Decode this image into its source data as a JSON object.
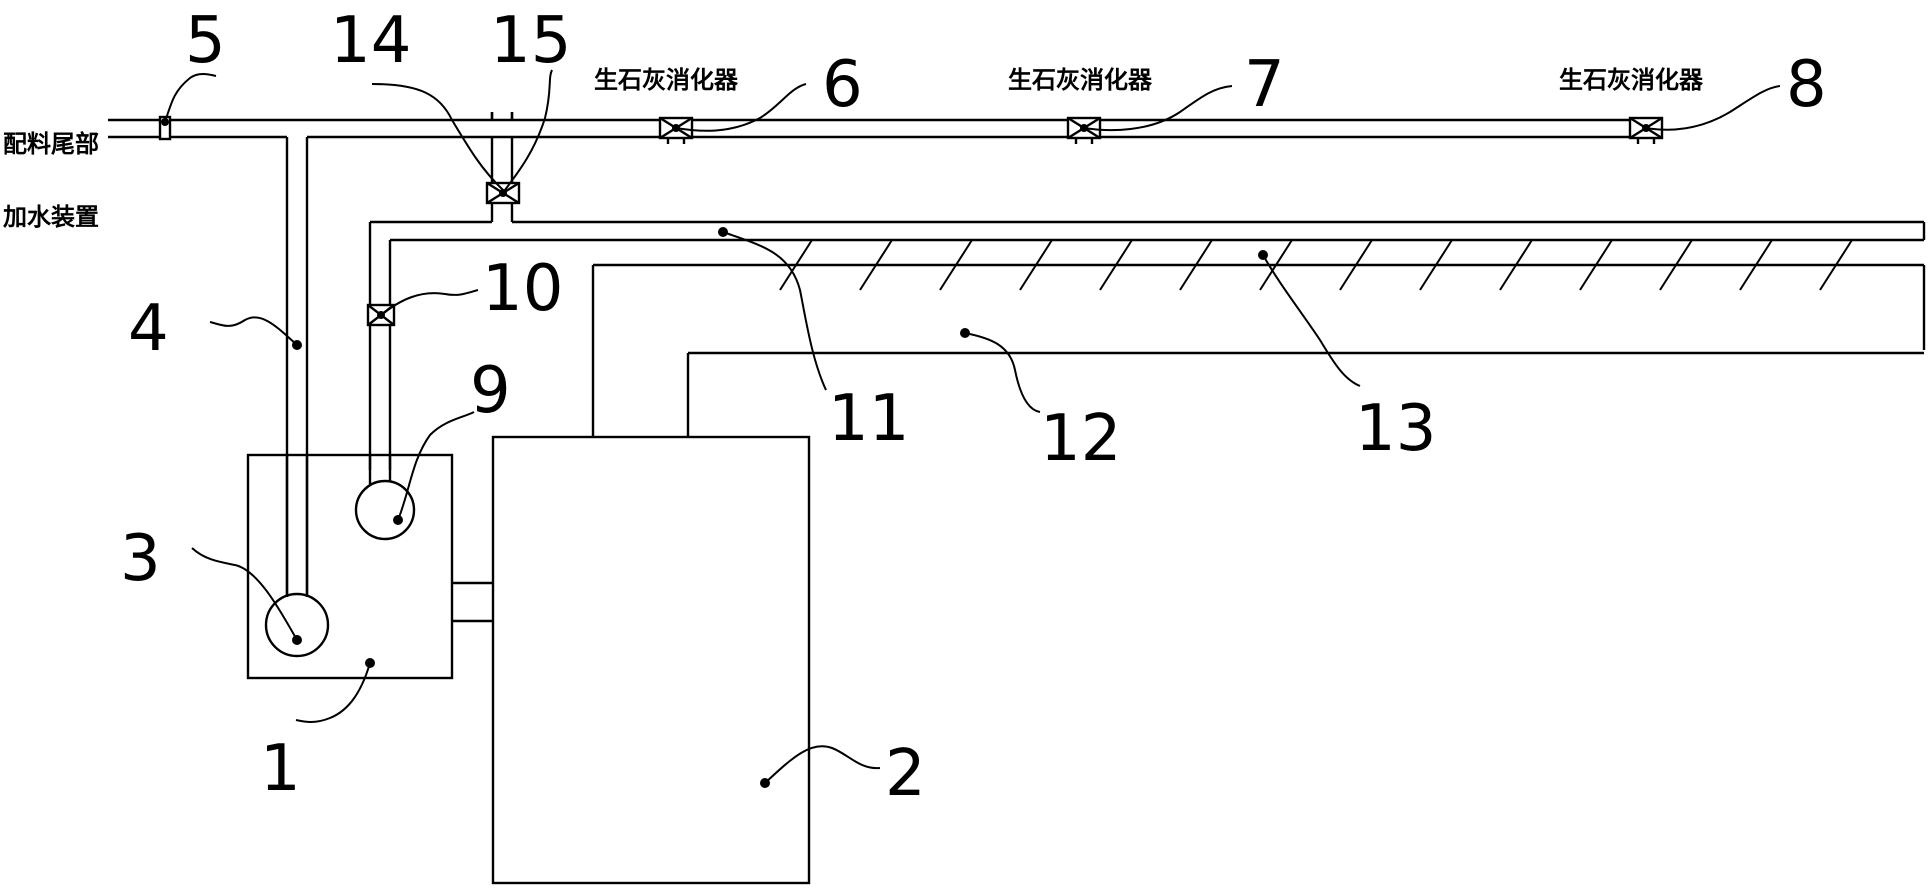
{
  "labels": {
    "feed_tail": "配料尾部",
    "water_device": "加水装置",
    "slaker_6": "生石灰消化器",
    "slaker_7": "生石灰消化器",
    "slaker_8": "生石灰消化器"
  },
  "numbers": {
    "n1": "1",
    "n2": "2",
    "n3": "3",
    "n4": "4",
    "n5": "5",
    "n6": "6",
    "n7": "7",
    "n8": "8",
    "n9": "9",
    "n10": "10",
    "n11": "11",
    "n12": "12",
    "n13": "13",
    "n14": "14",
    "n15": "15"
  }
}
